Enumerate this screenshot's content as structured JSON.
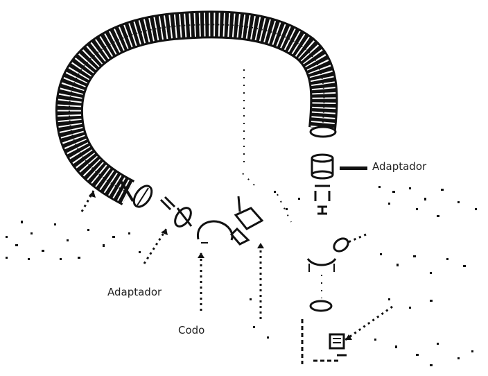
{
  "labels": {
    "adaptador_right": "Adaptador",
    "adaptador_left": "Adaptador",
    "codo": "Codo"
  },
  "colors": {
    "ink": "#111111",
    "background": "#ffffff",
    "label_text": "#222222"
  },
  "icons": {
    "hose": "corrugated-hose-icon",
    "adapter": "adapter-icon",
    "elbow": "elbow-connector-icon",
    "arrow": "dotted-arrow-icon"
  }
}
